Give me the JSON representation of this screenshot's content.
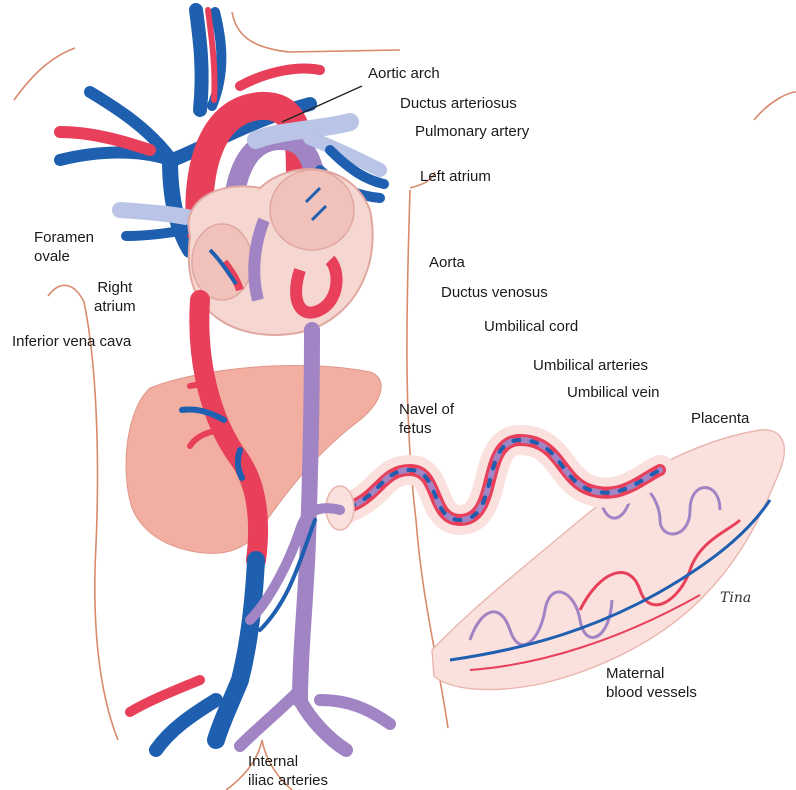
{
  "colors": {
    "artery": "#e8405a",
    "vein": "#1f5fb0",
    "mixed": "#a184c4",
    "mixed_dark": "#7d5e9f",
    "liver": "#f0a89a",
    "heart_wall": "#f6d6d0",
    "skin_outline": "#d88a6c",
    "placenta": "#fbe1de"
  },
  "labels": {
    "aortic_arch": "Aortic arch",
    "ductus_arteriosus": "Ductus arteriosus",
    "pulmonary_artery": "Pulmonary artery",
    "left_atrium": "Left atrium",
    "foramen_ovale_1": "Foramen",
    "foramen_ovale_2": "ovale",
    "right_atrium_1": "Right",
    "right_atrium_2": "atrium",
    "inferior_vena_cava": "Inferior vena cava",
    "aorta": "Aorta",
    "ductus_venosus": "Ductus venosus",
    "umbilical_cord": "Umbilical cord",
    "umbilical_arteries": "Umbilical arteries",
    "umbilical_vein": "Umbilical vein",
    "placenta": "Placenta",
    "navel_1": "Navel of",
    "navel_2": "fetus",
    "maternal_1": "Maternal",
    "maternal_2": "blood vessels",
    "iliac_1": "Internal",
    "iliac_2": "iliac arteries"
  },
  "signature": "Tina"
}
